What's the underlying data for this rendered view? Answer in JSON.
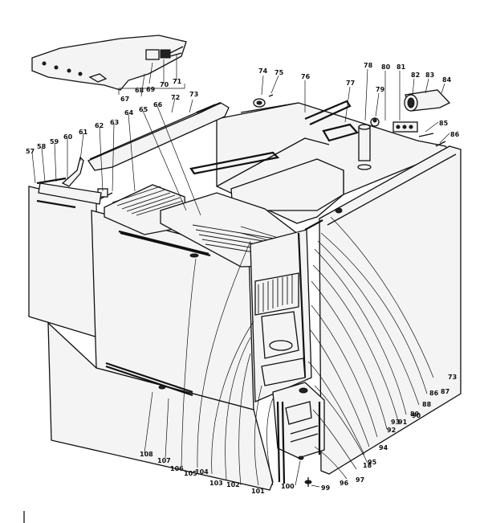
{
  "labels": [
    {
      "key": "57",
      "text": "57"
    },
    {
      "key": "58",
      "text": "58"
    },
    {
      "key": "59",
      "text": "59"
    },
    {
      "key": "60",
      "text": "60"
    },
    {
      "key": "61",
      "text": "61"
    },
    {
      "key": "62",
      "text": "62"
    },
    {
      "key": "63",
      "text": "63"
    },
    {
      "key": "64",
      "text": "64"
    },
    {
      "key": "65",
      "text": "65"
    },
    {
      "key": "66",
      "text": "66"
    },
    {
      "key": "67",
      "text": "67"
    },
    {
      "key": "68",
      "text": "68"
    },
    {
      "key": "69",
      "text": "69"
    },
    {
      "key": "70",
      "text": "70"
    },
    {
      "key": "71",
      "text": "71"
    },
    {
      "key": "72",
      "text": "72"
    },
    {
      "key": "73",
      "text": "73"
    },
    {
      "key": "74",
      "text": "74"
    },
    {
      "key": "75",
      "text": "75"
    },
    {
      "key": "76",
      "text": "76"
    },
    {
      "key": "77",
      "text": "77"
    },
    {
      "key": "78",
      "text": "78"
    },
    {
      "key": "79",
      "text": "79"
    },
    {
      "key": "80",
      "text": "80"
    },
    {
      "key": "81",
      "text": "81"
    },
    {
      "key": "82",
      "text": "82"
    },
    {
      "key": "83",
      "text": "83"
    },
    {
      "key": "84",
      "text": "84"
    },
    {
      "key": "85",
      "text": "85"
    },
    {
      "key": "86",
      "text": "86"
    },
    {
      "key": "73b",
      "text": "73"
    },
    {
      "key": "86b",
      "text": "86"
    },
    {
      "key": "87",
      "text": "87"
    },
    {
      "key": "88",
      "text": "88"
    },
    {
      "key": "89",
      "text": "89"
    },
    {
      "key": "90",
      "text": "90"
    },
    {
      "key": "91",
      "text": "91"
    },
    {
      "key": "92",
      "text": "92"
    },
    {
      "key": "93",
      "text": "93"
    },
    {
      "key": "94",
      "text": "94"
    },
    {
      "key": "95",
      "text": "95"
    },
    {
      "key": "96",
      "text": "96"
    },
    {
      "key": "97",
      "text": "97"
    },
    {
      "key": "18",
      "text": "18"
    },
    {
      "key": "99",
      "text": "99"
    },
    {
      "key": "100",
      "text": "100"
    },
    {
      "key": "101",
      "text": "101"
    },
    {
      "key": "102",
      "text": "102"
    },
    {
      "key": "103",
      "text": "103"
    },
    {
      "key": "104",
      "text": "104"
    },
    {
      "key": "105",
      "text": "105"
    },
    {
      "key": "106",
      "text": "106"
    },
    {
      "key": "107",
      "text": "107"
    },
    {
      "key": "108",
      "text": "108"
    }
  ]
}
